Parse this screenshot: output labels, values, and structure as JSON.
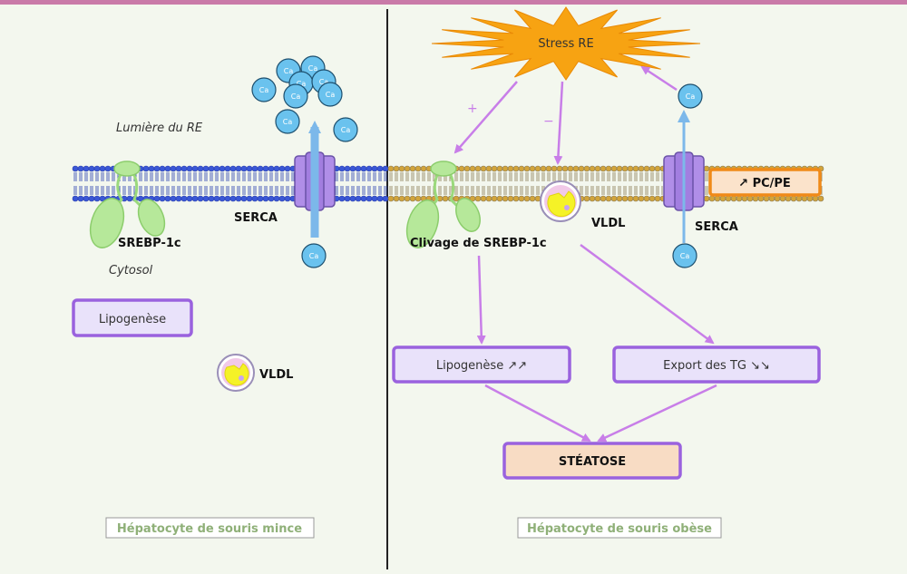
{
  "diagram": {
    "left_panel": {
      "lumen_label": "Lumière du RE",
      "cytosol_label": "Cytosol",
      "srebp_label": "SREBP-1c",
      "serca_label": "SERCA",
      "lipogenesis_label": "Lipogenèse",
      "vldl_label": "VLDL",
      "caption": "Hépatocyte de souris mince"
    },
    "right_panel": {
      "stress_label": "Stress RE",
      "plus_sign": "+",
      "minus_sign": "−",
      "cleavage_label": "Clivage de SREBP-1c",
      "vldl_label": "VLDL",
      "serca_label": "SERCA",
      "pcpe_label": "↗ PC/PE",
      "lipogenesis_label": "Lipogenèse ↗↗",
      "export_label": "Export des TG ↘↘",
      "steatosis_label": "STÉATOSE",
      "caption": "Hépatocyte de souris obèse"
    },
    "calcium_label": "Ca",
    "colors": {
      "membrane_blue": "#3a57d6",
      "membrane_gold": "#d2a43a",
      "srebp_green": "#b6e89a",
      "serca_purple": "#b08ee8",
      "arrow_violet": "#c87ee8",
      "box_border": "#9a62de",
      "box_fill": "#e9e2fa",
      "steatosis_fill": "#f8dcc4",
      "pcpe_border": "#f08a18",
      "stress_orange": "#f7a312",
      "calcium_blue": "#6ac2ee",
      "caption_green": "#8fb078"
    }
  }
}
